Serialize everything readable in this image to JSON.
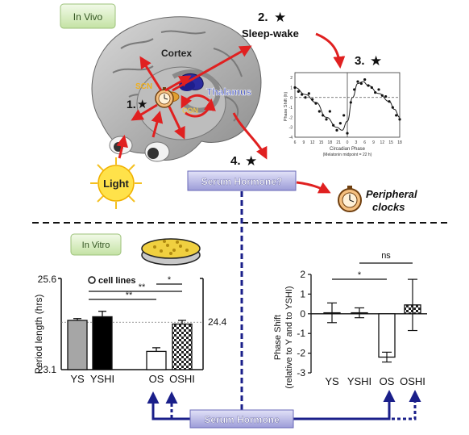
{
  "panels": {
    "in_vivo": "In Vivo",
    "in_vitro": "In Vitro"
  },
  "brain_labels": {
    "cortex": "Cortex",
    "scn": "SCN",
    "thalamus": "Thalamus",
    "ovlt": "CON"
  },
  "steps": {
    "step1": "1.",
    "step2": "2.",
    "step3": "3.",
    "step4": "4."
  },
  "labels": {
    "sleep_wake": "Sleep-wake",
    "light": "Light",
    "serum_hormone_q": "Serum Hormone?",
    "serum_hormone": "Serum Hormone",
    "peripheral_line1": "Peripheral",
    "peripheral_line2": "clocks"
  },
  "colors": {
    "arrow_red": "#e02020",
    "navy": "#1a1f8a",
    "box_purple": "#b9b9e6",
    "label_green": "#d9efc4",
    "sun_yellow": "#ffe24a"
  },
  "chart_data": [
    {
      "type": "line",
      "ylabel": "Phase Shift (h)",
      "xlabel": "Circadian Phase",
      "xlabel2": "(Melatonin midpoint = 22 h)",
      "xticks": [
        "6",
        "9",
        "12",
        "15",
        "18",
        "21",
        "0",
        "3",
        "6",
        "9",
        "12",
        "15",
        "18"
      ],
      "yticks": [
        "2",
        "1",
        "0",
        "-1",
        "-2",
        "-3",
        "-4"
      ],
      "ylim": [
        -4,
        2.5
      ],
      "points": [
        [
          0,
          1.0
        ],
        [
          0.4,
          0.6
        ],
        [
          0.8,
          0.3
        ],
        [
          1.2,
          0.0
        ],
        [
          1.6,
          0.4
        ],
        [
          2.0,
          -0.2
        ],
        [
          2.4,
          -0.6
        ],
        [
          2.8,
          -1.4
        ],
        [
          3.2,
          -1.8
        ],
        [
          3.6,
          -2.2
        ],
        [
          4.0,
          -1.4
        ],
        [
          4.4,
          -2.8
        ],
        [
          4.8,
          -3.3
        ],
        [
          5.2,
          -2.6
        ],
        [
          5.6,
          -1.8
        ],
        [
          6.0,
          -3.6
        ],
        [
          6.4,
          -0.5
        ],
        [
          6.8,
          0.8
        ],
        [
          7.2,
          1.6
        ],
        [
          7.6,
          1.4
        ],
        [
          8.0,
          1.8
        ],
        [
          8.4,
          1.2
        ],
        [
          8.8,
          1.0
        ],
        [
          9.2,
          0.5
        ],
        [
          9.6,
          0.8
        ],
        [
          10.0,
          0.2
        ],
        [
          10.4,
          0.1
        ],
        [
          10.8,
          -0.4
        ],
        [
          11.2,
          -1.0
        ],
        [
          11.6,
          -1.8
        ],
        [
          12.0,
          -2.2
        ]
      ],
      "curve": [
        [
          0,
          1.0
        ],
        [
          1.2,
          0.3
        ],
        [
          2.4,
          -0.5
        ],
        [
          3.6,
          -2.0
        ],
        [
          4.8,
          -3.0
        ],
        [
          5.4,
          -3.3
        ],
        [
          6.0,
          -2.4
        ],
        [
          6.6,
          0.0
        ],
        [
          7.2,
          1.4
        ],
        [
          7.8,
          1.6
        ],
        [
          8.4,
          1.2
        ],
        [
          9.6,
          0.4
        ],
        [
          10.8,
          -0.4
        ],
        [
          11.4,
          -1.2
        ],
        [
          12.0,
          -2.0
        ]
      ]
    },
    {
      "type": "bar",
      "legend": "cell lines",
      "ylabel": "Period length (hrs)",
      "yticks_left": [
        "25.6",
        "23.1"
      ],
      "ytick_right": "24.4",
      "ylim": [
        23.1,
        25.6
      ],
      "reference": 24.4,
      "categories": [
        "YS",
        "YSHI",
        "OS",
        "OSHI"
      ],
      "values": [
        24.45,
        24.55,
        23.6,
        24.35
      ],
      "errors": [
        0.05,
        0.15,
        0.1,
        0.1
      ],
      "sig": [
        "**",
        "**",
        "*"
      ]
    },
    {
      "type": "bar",
      "ylabel": "Phase Shift",
      "ylabel2": "(relative to Y and to YSHI)",
      "yticks": [
        "2",
        "1",
        "0",
        "-1",
        "-2",
        "-3"
      ],
      "ylim": [
        -3,
        2
      ],
      "categories": [
        "YS",
        "YSHI",
        "OS",
        "OSHI"
      ],
      "values": [
        0.05,
        0.05,
        -2.2,
        0.45
      ],
      "errors": [
        0.5,
        0.25,
        0.25,
        1.3
      ],
      "sig": [
        "*",
        "ns"
      ]
    }
  ]
}
